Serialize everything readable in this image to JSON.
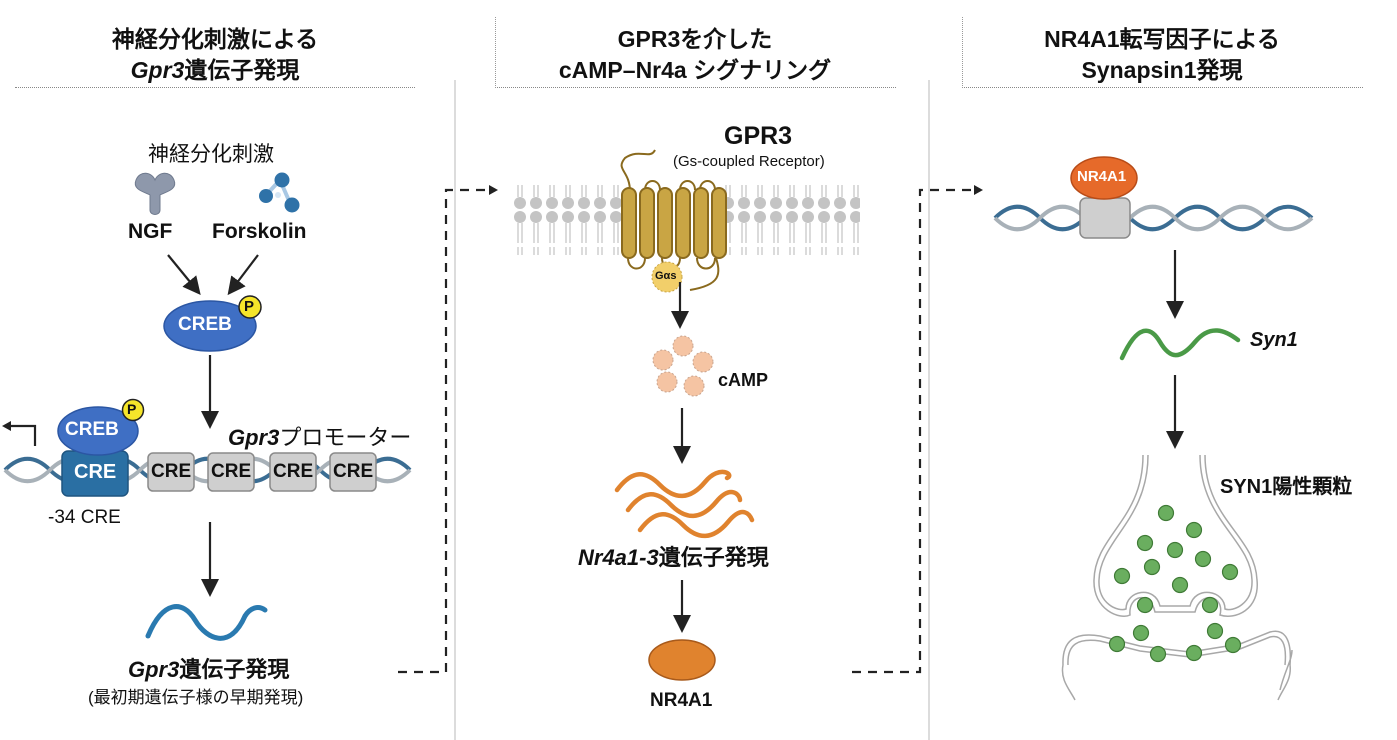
{
  "panels": [
    {
      "title_line1": "神経分化刺激による",
      "title_line2_italic": "Gpr3",
      "title_line2_rest": "遺伝子発現",
      "stimulus_label": "神経分化刺激",
      "stimuli": [
        "NGF",
        "Forskolin"
      ],
      "creb_label": "CREB",
      "phospho_label": "P",
      "promoter_italic": "Gpr3",
      "promoter_rest": "プロモーター",
      "cre_label": "CRE",
      "cre_count": 5,
      "cre_bound_caption": "-34 CRE",
      "expression_italic": "Gpr3",
      "expression_rest": "遺伝子発現",
      "expression_note": "(最初期遺伝子様の早期発現)"
    },
    {
      "title_line1": "GPR3を介した",
      "title_line2": "cAMP–Nr4a シグナリング",
      "receptor_label": "GPR3",
      "receptor_note": "(Gs-coupled Receptor)",
      "galpha_label": "Gαs",
      "camp_label": "cAMP",
      "expression_italic": "Nr4a1-3",
      "expression_rest": "遺伝子発現",
      "protein_label": "NR4A1"
    },
    {
      "title_line1": "NR4A1転写因子による",
      "title_line2": "Synapsin1発現",
      "tf_label": "NR4A1",
      "gene_label": "Syn1",
      "granule_label": "SYN1陽性顆粒"
    }
  ],
  "colors": {
    "creb_blue": "#3f6fc4",
    "cre_blue": "#2a6fa3",
    "phospho_yellow": "#f5e52a",
    "forskolin_blue": "#2f72a8",
    "ngf_gray": "#8e98ab",
    "gpr3_gold": "#c9a544",
    "galpha_yellow": "#f2cf6a",
    "camp_peach": "#f5c4a3",
    "nr4a_orange": "#e0832e",
    "nr4a1_tf_orange": "#e66a2a",
    "syn_green": "#4a9a47",
    "vesicle_green": "#6aae5f",
    "dna_blue": "#3b6d93",
    "dna_gray": "#a8b1b8"
  }
}
